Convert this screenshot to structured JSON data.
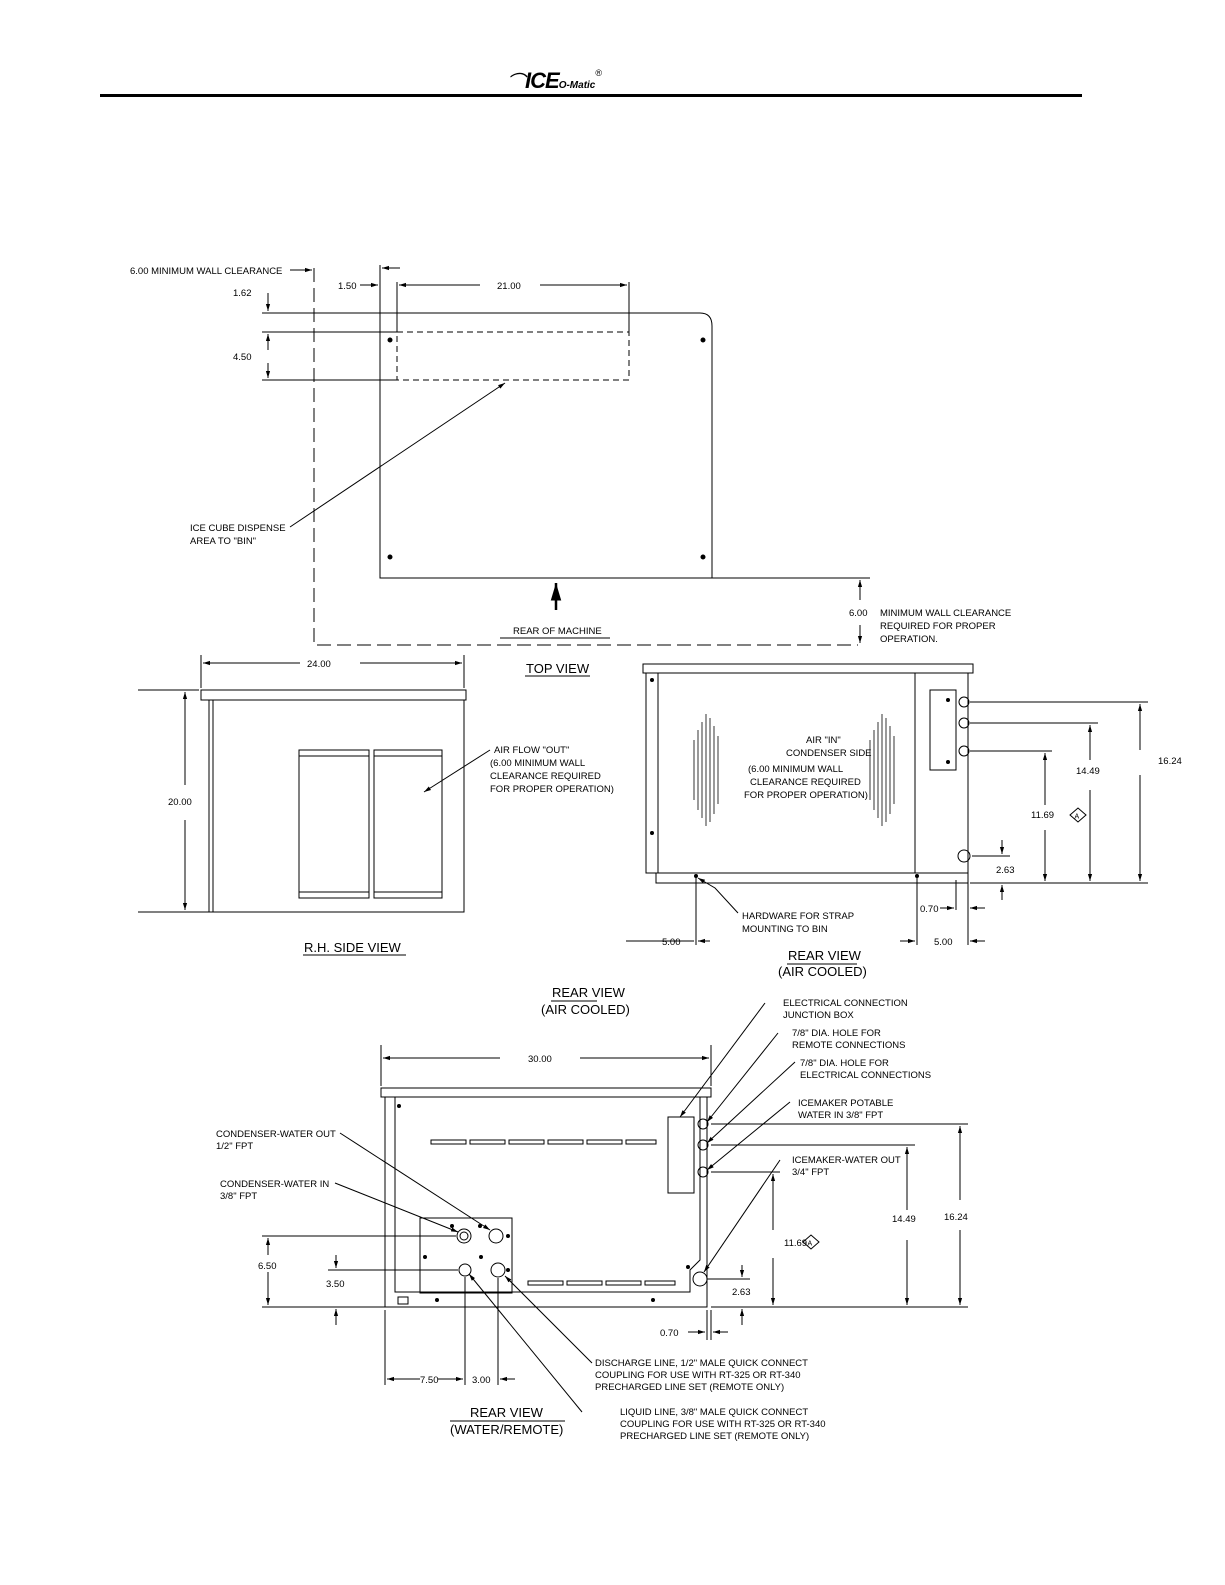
{
  "header": {
    "logo_mark": "ICE",
    "logo_sub": "O-Matic",
    "logo_reg": "®"
  },
  "top_view": {
    "title": "TOP VIEW",
    "wall_clearance_left": "6.00  MINIMUM  WALL  CLEARANCE",
    "dim_1_50": "1.50",
    "dim_21_00": "21.00",
    "dim_1_62": "1.62",
    "dim_4_50": "4.50",
    "dispense_label": [
      "ICE  CUBE  DISPENSE",
      "AREA  TO  \"BIN\""
    ],
    "rear_label": "REAR  OF  MACHINE",
    "dim_6_00": "6.00",
    "wall_clearance_right": [
      "MINIMUM  WALL  CLEARANCE",
      "REQUIRED  FOR  PROPER",
      "OPERATION."
    ]
  },
  "side_view": {
    "title": "R.H.  SIDE  VIEW",
    "dim_24_00": "24.00",
    "dim_20_00": "20.00",
    "airflow_label": [
      "AIR  FLOW  \"OUT\"",
      "(6.00  MINIMUM  WALL",
      "CLEARANCE  REQUIRED",
      "FOR  PROPER  OPERATION)"
    ]
  },
  "rear_air": {
    "title": [
      "REAR  VIEW",
      "(AIR  COOLED)"
    ],
    "air_in_label": [
      "AIR  \"IN\"",
      "CONDENSER  SIDE",
      "(6.00  MINIMUM  WALL",
      "CLEARANCE  REQUIRED",
      "FOR  PROPER  OPERATION)"
    ],
    "dim_16_24": "16.24",
    "dim_14_49": "14.49",
    "dim_11_69": "11.69",
    "rev_mark": "A",
    "dim_2_63": "2.63",
    "dim_0_70": "0.70",
    "dim_5_00_left": "5.00",
    "dim_5_00_right": "5.00",
    "hardware_label": [
      "HARDWARE  FOR  STRAP",
      "MOUNTING  TO  BIN"
    ]
  },
  "rear_water": {
    "title_top": [
      "REAR  VIEW",
      "(AIR  COOLED)"
    ],
    "title_bottom": [
      "REAR  VIEW",
      "(WATER/REMOTE)"
    ],
    "dim_30_00": "30.00",
    "callout_junction": [
      "ELECTRICAL  CONNECTION",
      "JUNCTION  BOX"
    ],
    "callout_remote": [
      "7/8\"  DIA.  HOLE  FOR",
      "REMOTE  CONNECTIONS"
    ],
    "callout_elec": [
      "7/8\"  DIA.  HOLE  FOR",
      "ELECTRICAL  CONNECTIONS"
    ],
    "callout_potable": [
      "ICEMAKER  POTABLE",
      "WATER  IN  3/8\"  FPT"
    ],
    "callout_water_out": [
      "ICEMAKER-WATER  OUT",
      "3/4\"  FPT"
    ],
    "callout_cond_out": [
      "CONDENSER-WATER  OUT",
      "1/2\"  FPT"
    ],
    "callout_cond_in": [
      "CONDENSER-WATER  IN",
      "3/8\"  FPT"
    ],
    "dim_6_50": "6.50",
    "dim_3_50": "3.50",
    "dim_7_50": "7.50",
    "dim_3_00": "3.00",
    "dim_11_69": "11.69",
    "rev_mark": "A",
    "dim_14_49": "14.49",
    "dim_16_24": "16.24",
    "dim_2_63": "2.63",
    "dim_0_70": "0.70",
    "callout_discharge": [
      "DISCHARGE  LINE,  1/2\"  MALE  QUICK  CONNECT",
      "COUPLING  FOR  USE  WITH  RT-325  OR  RT-340",
      "PRECHARGED  LINE  SET  (REMOTE  ONLY)"
    ],
    "callout_liquid": [
      "LIQUID  LINE,  3/8\"  MALE  QUICK  CONNECT",
      "COUPLING  FOR  USE  WITH  RT-325  OR  RT-340",
      "PRECHARGED  LINE  SET  (REMOTE  ONLY)"
    ]
  }
}
